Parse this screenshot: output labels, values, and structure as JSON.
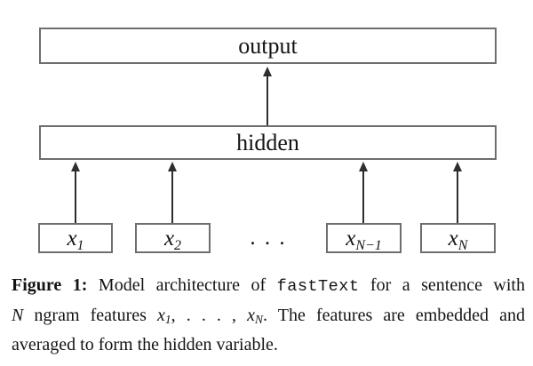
{
  "colors": {
    "background": "#ffffff",
    "box_border": "#6e6e6e",
    "arrow": "#2e2e2e",
    "ink": "#141414"
  },
  "diagram": {
    "output_label": "output",
    "hidden_label": "hidden",
    "ellipsis": ". . .",
    "inputs": [
      {
        "base": "x",
        "sub": "1"
      },
      {
        "base": "x",
        "sub": "2"
      },
      {
        "base": "x",
        "sub": "N−1"
      },
      {
        "base": "x",
        "sub": "N"
      }
    ]
  },
  "caption": {
    "figure_label": "Figure 1:",
    "line1_text": " Model architecture of ",
    "code_word": "fastText",
    "line1_tail": " for a sentence with",
    "n_symbol": "N",
    "line2_text": " ngram features ",
    "x_first_base": "x",
    "x_first_sub": "1",
    "dots": ", . . . , ",
    "x_last_base": "x",
    "x_last_sub": "N",
    "line2_tail": ". The features are embedded and",
    "line3_text": "averaged to form the hidden variable."
  }
}
